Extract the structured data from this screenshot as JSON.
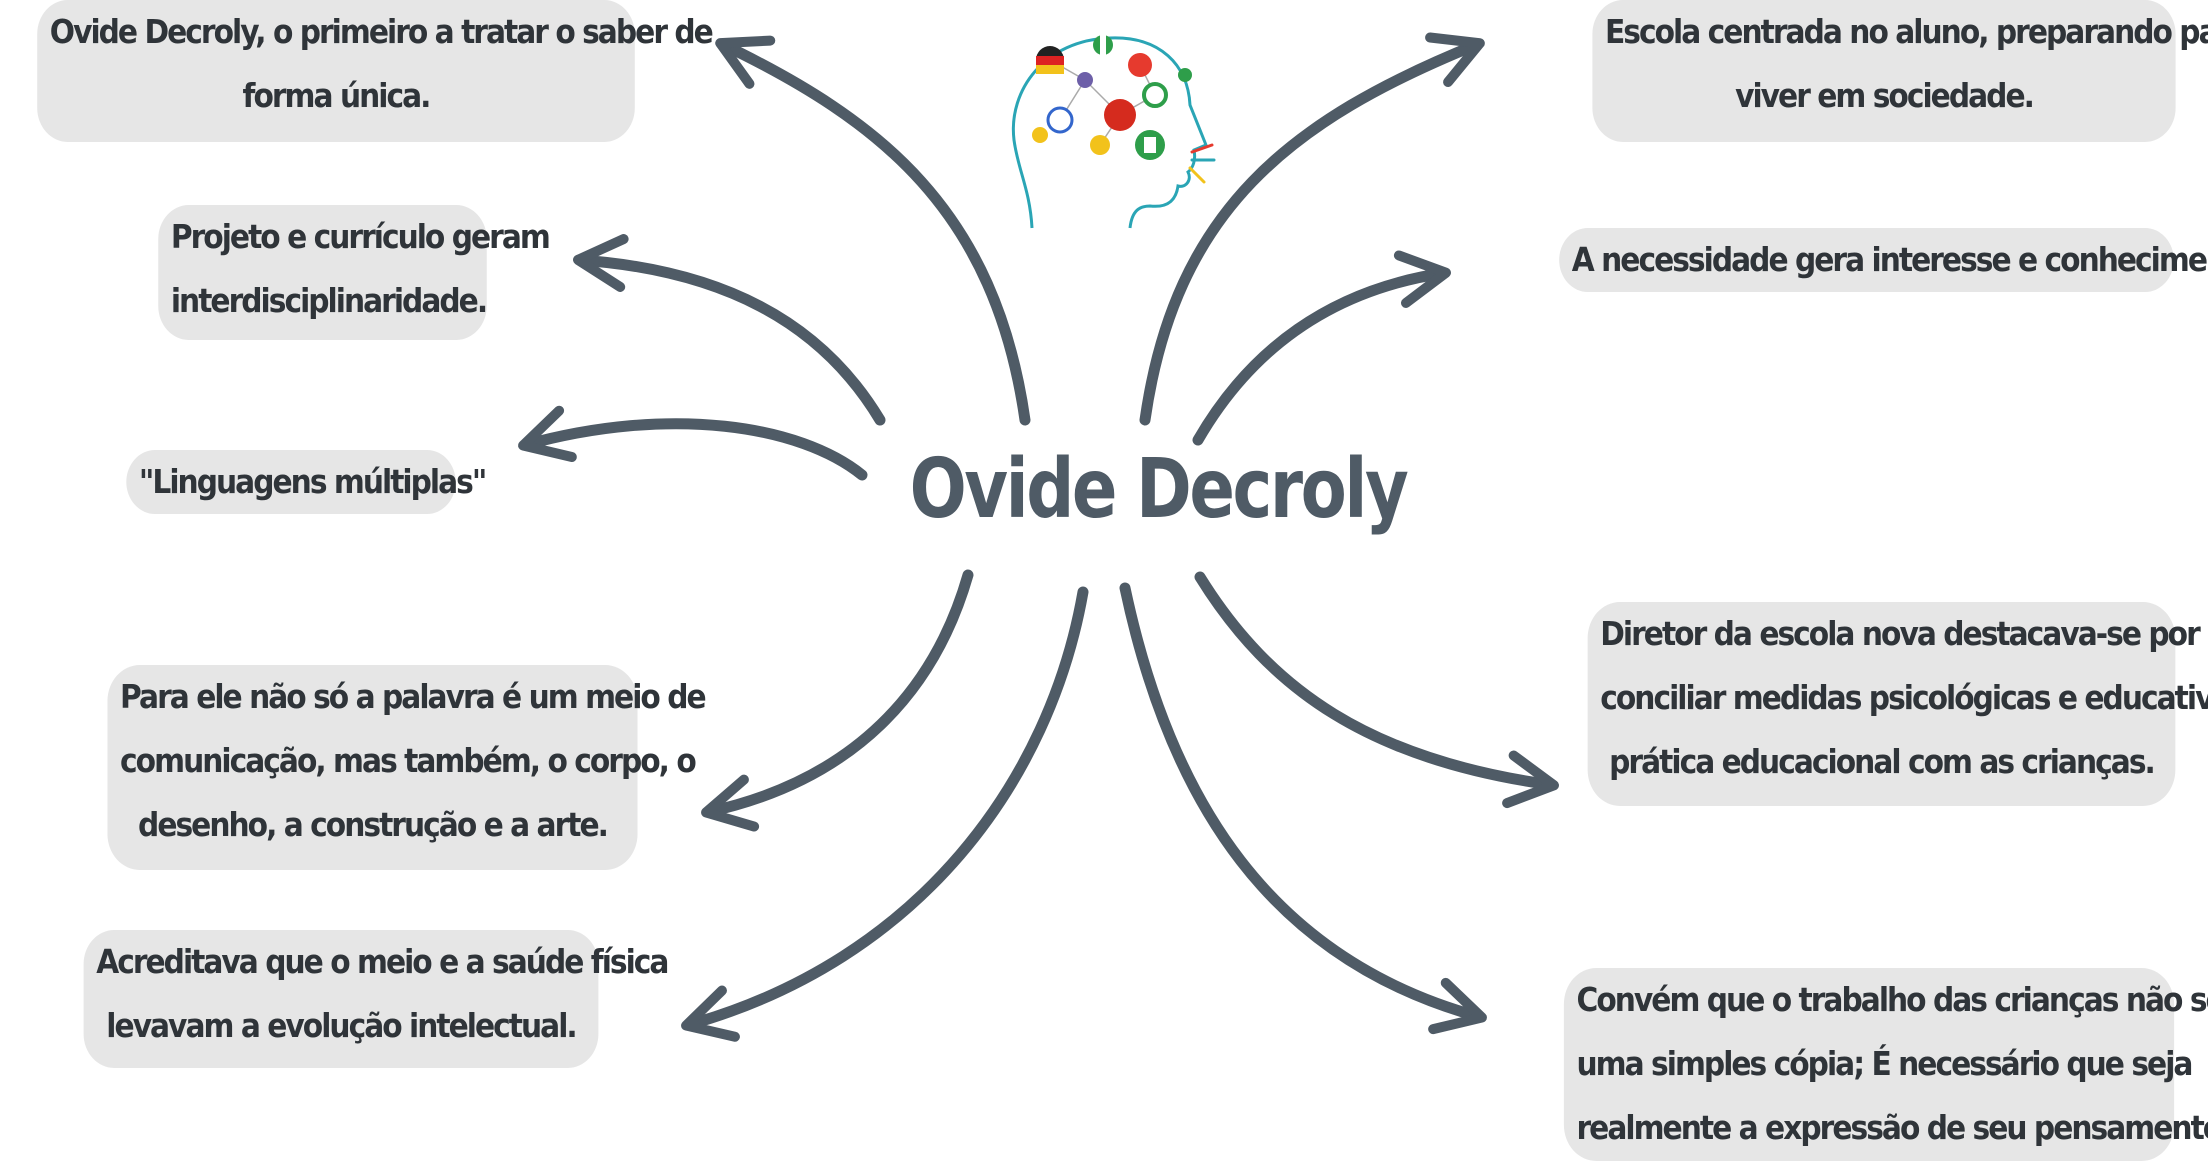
{
  "center": {
    "title": "Ovide Decroly"
  },
  "nodes": {
    "left": [
      {
        "lines": [
          "Ovide Decroly, o primeiro a tratar o saber de",
          "forma única."
        ]
      },
      {
        "lines": [
          "Projeto e currículo geram",
          "interdisciplinaridade."
        ]
      },
      {
        "lines": [
          "\"Linguagens múltiplas\""
        ]
      },
      {
        "lines": [
          "Para ele não só a palavra é um meio de",
          "comunicação, mas também, o corpo, o",
          "desenho, a construção e a arte."
        ]
      },
      {
        "lines": [
          "Acreditava que o meio e a saúde física",
          "levavam a evolução intelectual."
        ]
      }
    ],
    "right": [
      {
        "lines": [
          "Escola centrada no aluno, preparando para",
          "viver em sociedade."
        ]
      },
      {
        "lines": [
          "A necessidade gera interesse e conhecimento."
        ]
      },
      {
        "lines": [
          "Diretor da escola nova destacava-se por",
          "conciliar medidas psicológicas e educativas na",
          "prática educacional com as crianças."
        ]
      },
      {
        "lines": [
          "Convém que o trabalho das crianças não seja",
          "uma simples cópia; É necessário que seja",
          "realmente a expressão de seu pensamento."
        ]
      }
    ]
  },
  "colors": {
    "arrow": "#4f5b66",
    "node_background": "#e6e6e6",
    "node_text": "#2f3439",
    "title": "#4f5b66"
  },
  "icon": "head-with-language-flags-icon"
}
